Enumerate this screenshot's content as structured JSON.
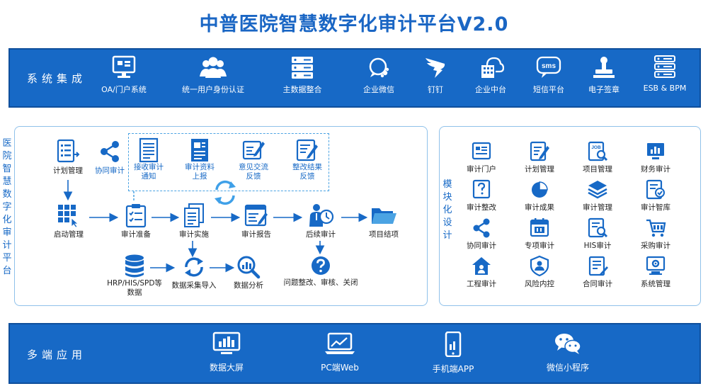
{
  "title": "中普医院智慧数字化审计平台V2.0",
  "colors": {
    "primary": "#1769c6",
    "light": "#4ba3e3",
    "panel_border": "#8fc1ea"
  },
  "system_integration": {
    "label": "系统集成",
    "items": [
      {
        "label": "OA/门户系统",
        "icon": "monitor-icon"
      },
      {
        "label": "统一用户身份认证",
        "icon": "users-icon"
      },
      {
        "label": "主数据整合",
        "icon": "server-icon"
      },
      {
        "label": "企业微信",
        "icon": "wework-icon"
      },
      {
        "label": "钉钉",
        "icon": "dingtalk-icon"
      },
      {
        "label": "企业中台",
        "icon": "cloud-building-icon"
      },
      {
        "label": "短信平台",
        "icon": "sms-icon"
      },
      {
        "label": "电子签章",
        "icon": "stamp-icon"
      },
      {
        "label": "ESB & BPM",
        "icon": "server-rack-icon"
      }
    ]
  },
  "platform": {
    "label": "医院智慧数字化审计平台",
    "nodes": {
      "plan": "计划管理",
      "collab": "协同审计",
      "receive": [
        "接收审计",
        "通知"
      ],
      "report_materials": [
        "审计资料",
        "上报"
      ],
      "opinion": [
        "意见交流",
        "反馈"
      ],
      "rectify_feedback": [
        "整改结果",
        "反馈"
      ],
      "start": "启动管理",
      "prepare": "审计准备",
      "implement": "审计实施",
      "audit_report": "审计报告",
      "follow_up": "后续审计",
      "close": "项目结项",
      "sources": [
        "HRP/HIS/SPD等",
        "数据"
      ],
      "import": "数据采集导入",
      "analysis": "数据分析",
      "issues": "问题整改、审核、关闭"
    }
  },
  "modules": {
    "label": "模块化设计",
    "items": [
      {
        "label": "审计门户",
        "icon": "portal-icon"
      },
      {
        "label": "计划管理",
        "icon": "plan-edit-icon"
      },
      {
        "label": "项目管理",
        "icon": "job-search-icon"
      },
      {
        "label": "财务审计",
        "icon": "finance-chart-icon"
      },
      {
        "label": "审计整改",
        "icon": "question-board-icon"
      },
      {
        "label": "审计成果",
        "icon": "pie-chart-icon"
      },
      {
        "label": "审计管理",
        "icon": "layers-icon"
      },
      {
        "label": "审计智库",
        "icon": "knowledge-icon"
      },
      {
        "label": "协同审计",
        "icon": "share-icon"
      },
      {
        "label": "专项审计",
        "icon": "calendar-icon"
      },
      {
        "label": "HIS审计",
        "icon": "his-search-icon"
      },
      {
        "label": "采购审计",
        "icon": "cart-icon"
      },
      {
        "label": "工程审计",
        "icon": "house-icon"
      },
      {
        "label": "风险内控",
        "icon": "shield-user-icon"
      },
      {
        "label": "合同审计",
        "icon": "contract-icon"
      },
      {
        "label": "系统管理",
        "icon": "settings-icon"
      }
    ]
  },
  "multi_terminal": {
    "label": "多端应用",
    "items": [
      {
        "label": "数据大屏",
        "icon": "bigscreen-icon"
      },
      {
        "label": "PC端Web",
        "icon": "laptop-icon"
      },
      {
        "label": "手机端APP",
        "icon": "phone-icon"
      },
      {
        "label": "微信小程序",
        "icon": "wechat-icon"
      }
    ]
  }
}
